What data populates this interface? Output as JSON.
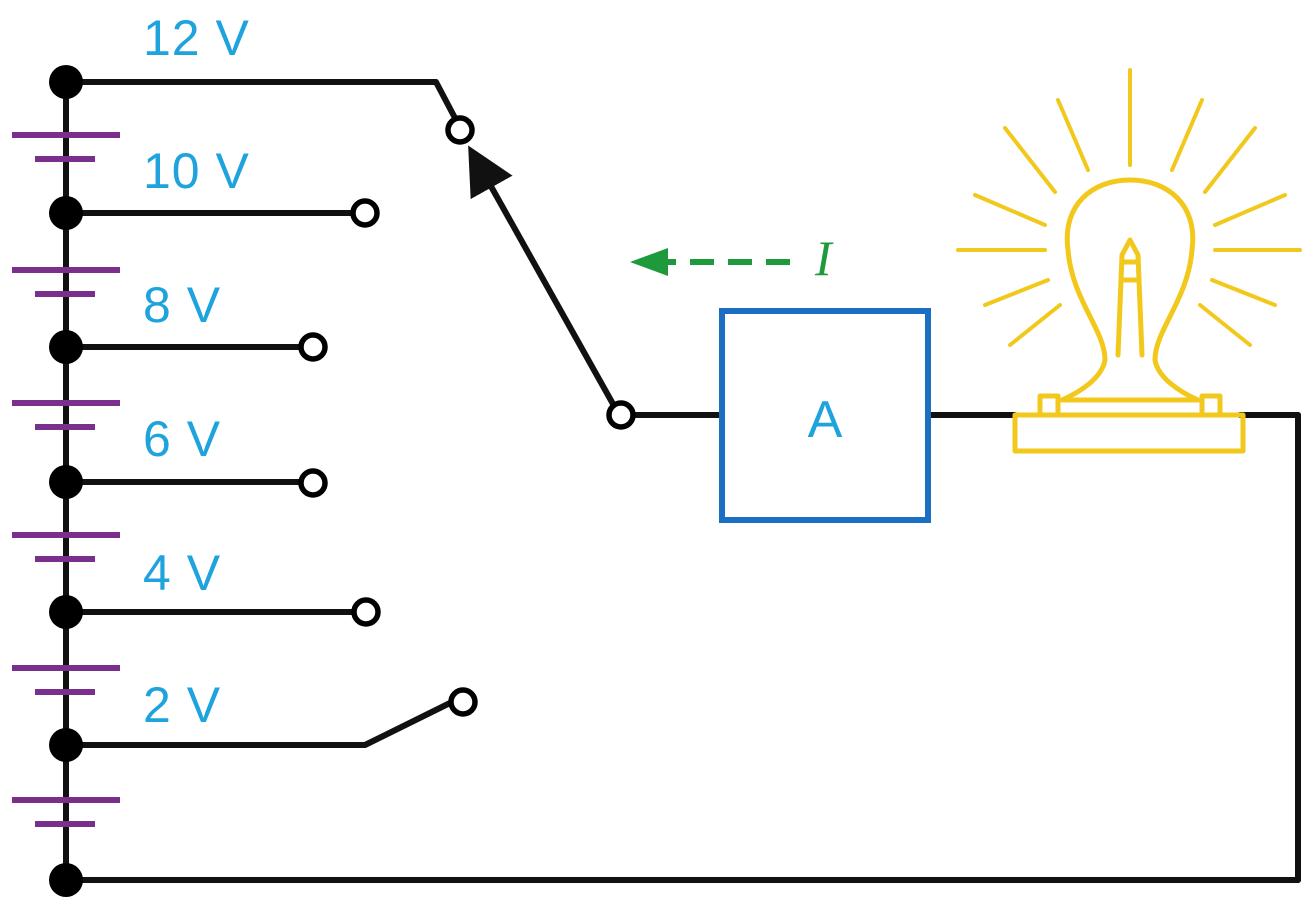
{
  "colors": {
    "wire": "#111111",
    "cell": "#7a2f8c",
    "label": "#1fa3dd",
    "ammeter": "#1b6fc2",
    "current_arrow": "#1e9a3c",
    "bulb": "#f2c81c"
  },
  "taps": [
    {
      "label": "12 V"
    },
    {
      "label": "10 V"
    },
    {
      "label": "8 V"
    },
    {
      "label": "6 V"
    },
    {
      "label": "4 V"
    },
    {
      "label": "2 V"
    }
  ],
  "selected_tap": "12 V",
  "ammeter": {
    "label": "A"
  },
  "current": {
    "label": "I",
    "direction": "left"
  },
  "icons": [
    "battery-cell-icon",
    "ammeter-icon",
    "light-bulb-icon",
    "switch-arrow-icon"
  ]
}
